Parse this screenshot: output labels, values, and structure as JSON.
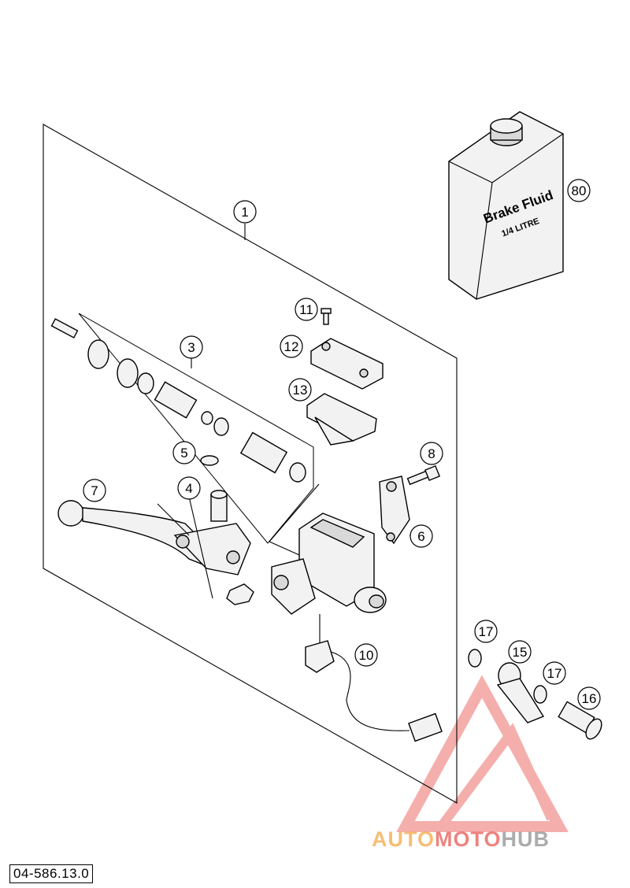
{
  "diagram_ref": "04-586.13.0",
  "watermark": {
    "part1": "AUTO",
    "part2": "MOTO",
    "part3": "HUB"
  },
  "bottle": {
    "line1": "Brake Fluid",
    "line2": "1/4 LITRE"
  },
  "callouts": [
    "1",
    "3",
    "4",
    "5",
    "6",
    "7",
    "8",
    "10",
    "11",
    "12",
    "13",
    "15",
    "16",
    "17",
    "17",
    "80"
  ],
  "colors": {
    "watermark_orange": "#f4a23a",
    "watermark_red": "#e8504a",
    "watermark_gray": "#8a8a8a"
  }
}
